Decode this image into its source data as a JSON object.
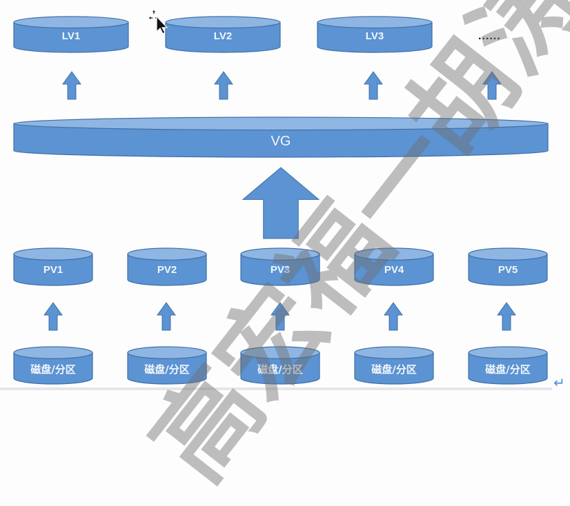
{
  "diagram": {
    "logical_volumes": [
      {
        "label": "LV1"
      },
      {
        "label": "LV2"
      },
      {
        "label": "LV3"
      }
    ],
    "lv_ellipsis": "......",
    "volume_group": {
      "label": "VG"
    },
    "physical_volumes": [
      {
        "label": "PV1"
      },
      {
        "label": "PV2"
      },
      {
        "label": "PV3"
      },
      {
        "label": "PV4"
      },
      {
        "label": "PV5"
      }
    ],
    "disks": [
      {
        "label": "磁盘/分区"
      },
      {
        "label": "磁盘/分区"
      },
      {
        "label": "磁盘/分区"
      },
      {
        "label": "磁盘/分区"
      },
      {
        "label": "磁盘/分区"
      }
    ],
    "watermark": "高宏福一胡涛",
    "return_symbol": "↵",
    "colors": {
      "fill": "#5b93d3",
      "top_fill": "#8fb6e3",
      "stroke": "#3f6fa8",
      "label": "#f2f6fb",
      "watermark": "#8c8c8c"
    }
  }
}
